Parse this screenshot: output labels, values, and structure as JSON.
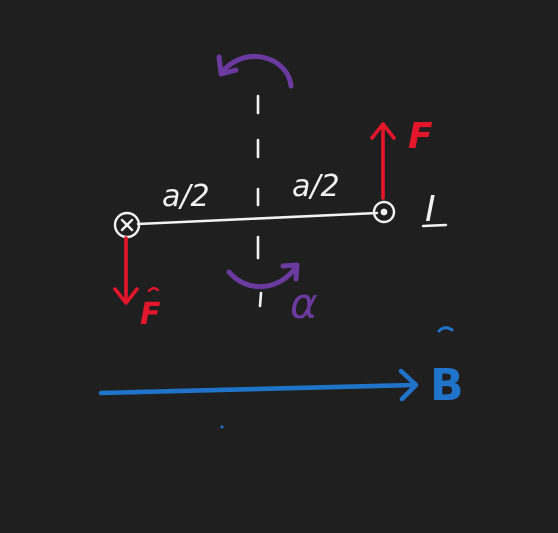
{
  "labels": {
    "left_length": "a/2",
    "right_length": "a/2",
    "force_right": "F",
    "force_left": "F",
    "current": "I",
    "angular_accel": "α",
    "field": "B"
  },
  "colors": {
    "background": "#1f1f1f",
    "wire": "#f2f2f2",
    "force": "#e4162b",
    "rotation": "#6a3a9e",
    "field": "#1f73c8"
  },
  "icons": {
    "into_page": "cross-circle-icon",
    "out_of_page": "dot-circle-icon"
  }
}
